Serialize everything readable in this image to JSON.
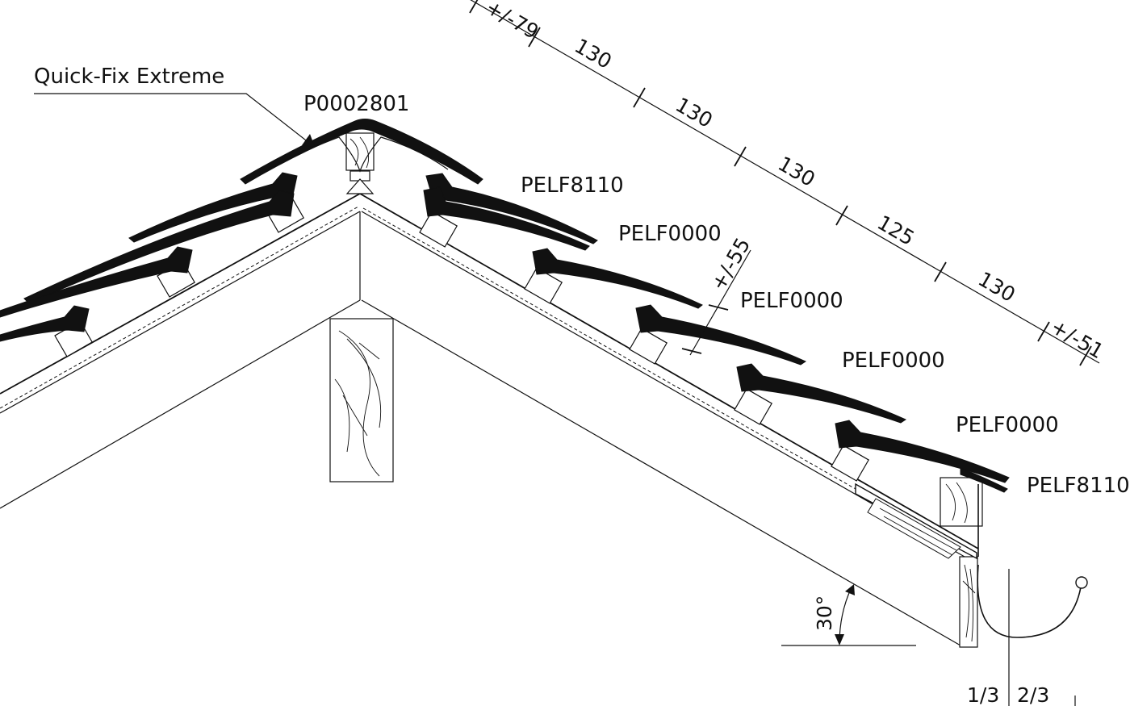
{
  "diagram": {
    "product_labels": {
      "quick_fix": "Quick-Fix Extreme",
      "ridge": "P0002801",
      "top_tile": "PELF8110",
      "tile_row_1": "PELF0000",
      "tile_row_2": "PELF0000",
      "tile_row_3": "PELF0000",
      "tile_row_4": "PELF0000",
      "eaves_tile": "PELF8110"
    },
    "dimensions": {
      "top_offset": "+/-79",
      "gauge_1": "130",
      "gauge_2": "130",
      "gauge_3": "130",
      "gauge_4": "125",
      "gauge_5": "130",
      "bottom_offset": "+/-51",
      "head_lap": "+/-55"
    },
    "angle": "30°",
    "gutter_split": {
      "left": "1/3",
      "right": "2/3"
    }
  }
}
